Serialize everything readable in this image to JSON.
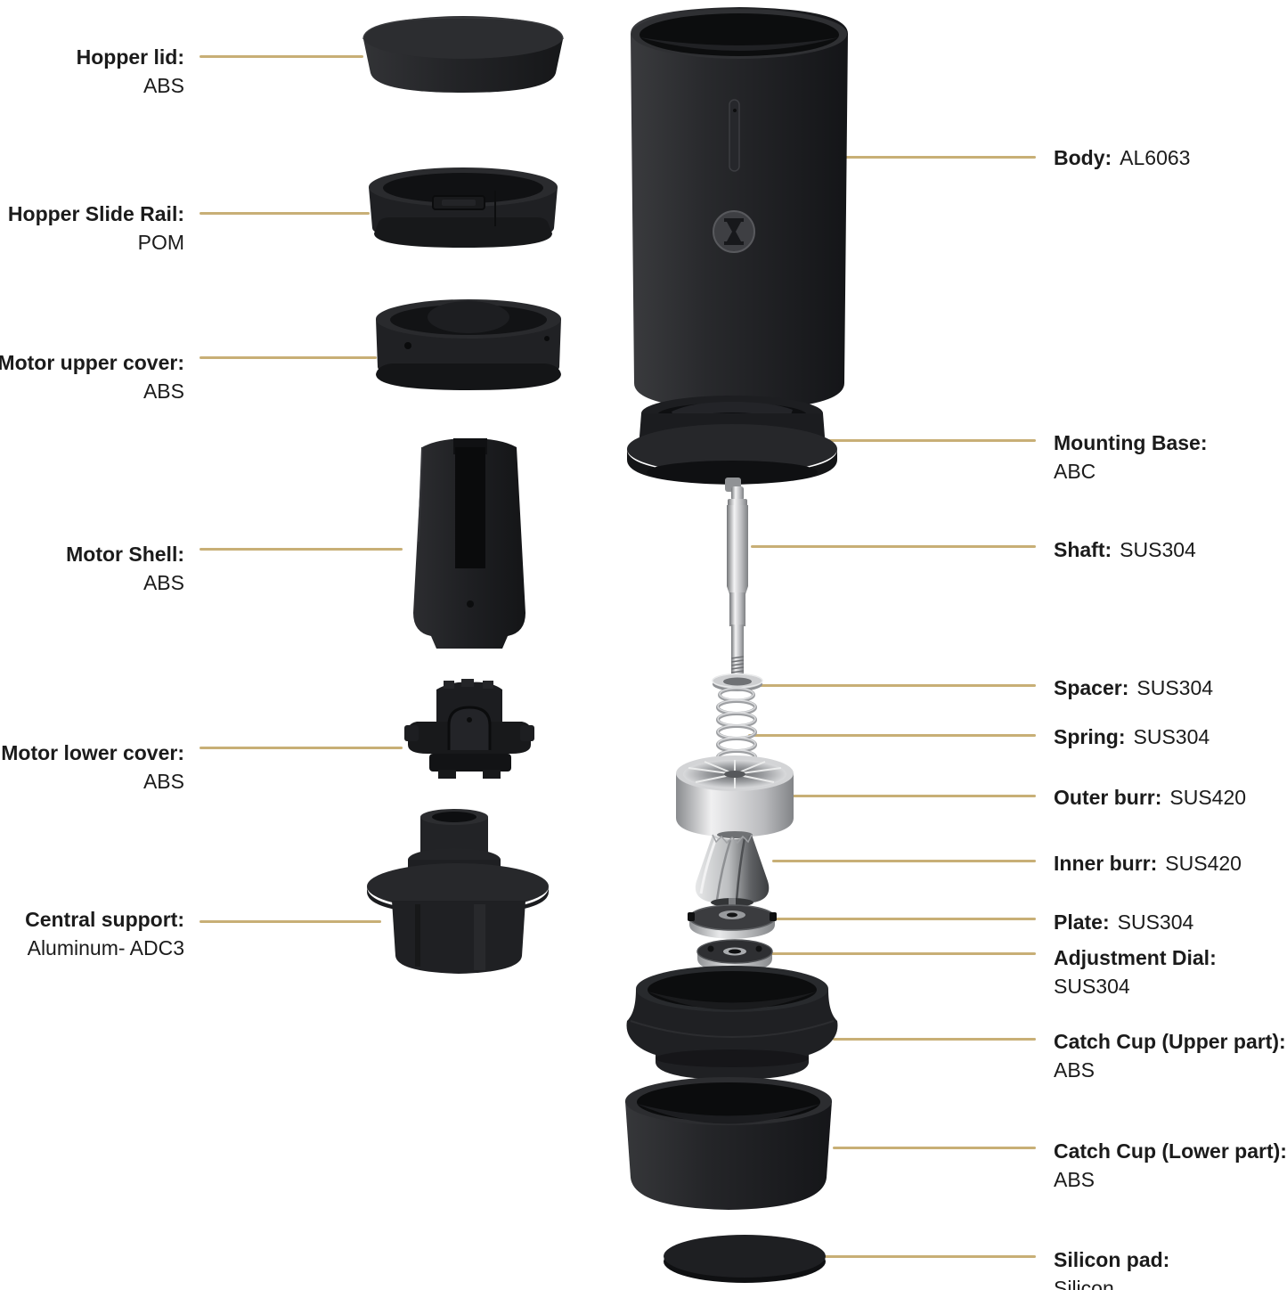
{
  "palette": {
    "background": "#ffffff",
    "leader_line": "#c8af76",
    "label_text": "#1b1b1b",
    "part_black": "#1f2023",
    "part_metal": "#c9cacc"
  },
  "diagram_type": "exploded-parts-diagram",
  "labels": {
    "left": [
      {
        "id": "hopper-lid",
        "part": "Hopper lid:",
        "material": "ABS"
      },
      {
        "id": "hopper-slide-rail",
        "part": "Hopper Slide Rail:",
        "material": "POM"
      },
      {
        "id": "motor-upper-cover",
        "part": "Motor upper cover:",
        "material": "ABS"
      },
      {
        "id": "motor-shell",
        "part": "Motor Shell:",
        "material": "ABS"
      },
      {
        "id": "motor-lower-cover",
        "part": "Motor lower cover:",
        "material": "ABS"
      },
      {
        "id": "central-support",
        "part": "Central support:",
        "material": "Aluminum- ADC3"
      }
    ],
    "right": [
      {
        "id": "body",
        "part": "Body:",
        "material": "AL6063"
      },
      {
        "id": "mounting-base",
        "part": "Mounting Base:",
        "material": "ABC"
      },
      {
        "id": "shaft",
        "part": "Shaft:",
        "material": "SUS304"
      },
      {
        "id": "spacer",
        "part": "Spacer:",
        "material": "SUS304"
      },
      {
        "id": "spring",
        "part": "Spring:",
        "material": "SUS304"
      },
      {
        "id": "outer-burr",
        "part": "Outer burr:",
        "material": "SUS420"
      },
      {
        "id": "inner-burr",
        "part": "Inner burr:",
        "material": "SUS420"
      },
      {
        "id": "plate",
        "part": "Plate:",
        "material": "SUS304"
      },
      {
        "id": "adjustment-dial",
        "part": "Adjustment Dial:",
        "material": "SUS304"
      },
      {
        "id": "catch-cup-upper",
        "part": "Catch Cup (Upper part):",
        "material": "ABS"
      },
      {
        "id": "catch-cup-lower",
        "part": "Catch Cup (Lower part):",
        "material": "ABS"
      },
      {
        "id": "silicon-pad",
        "part": "Silicon pad:",
        "material": "Silicon"
      }
    ]
  }
}
